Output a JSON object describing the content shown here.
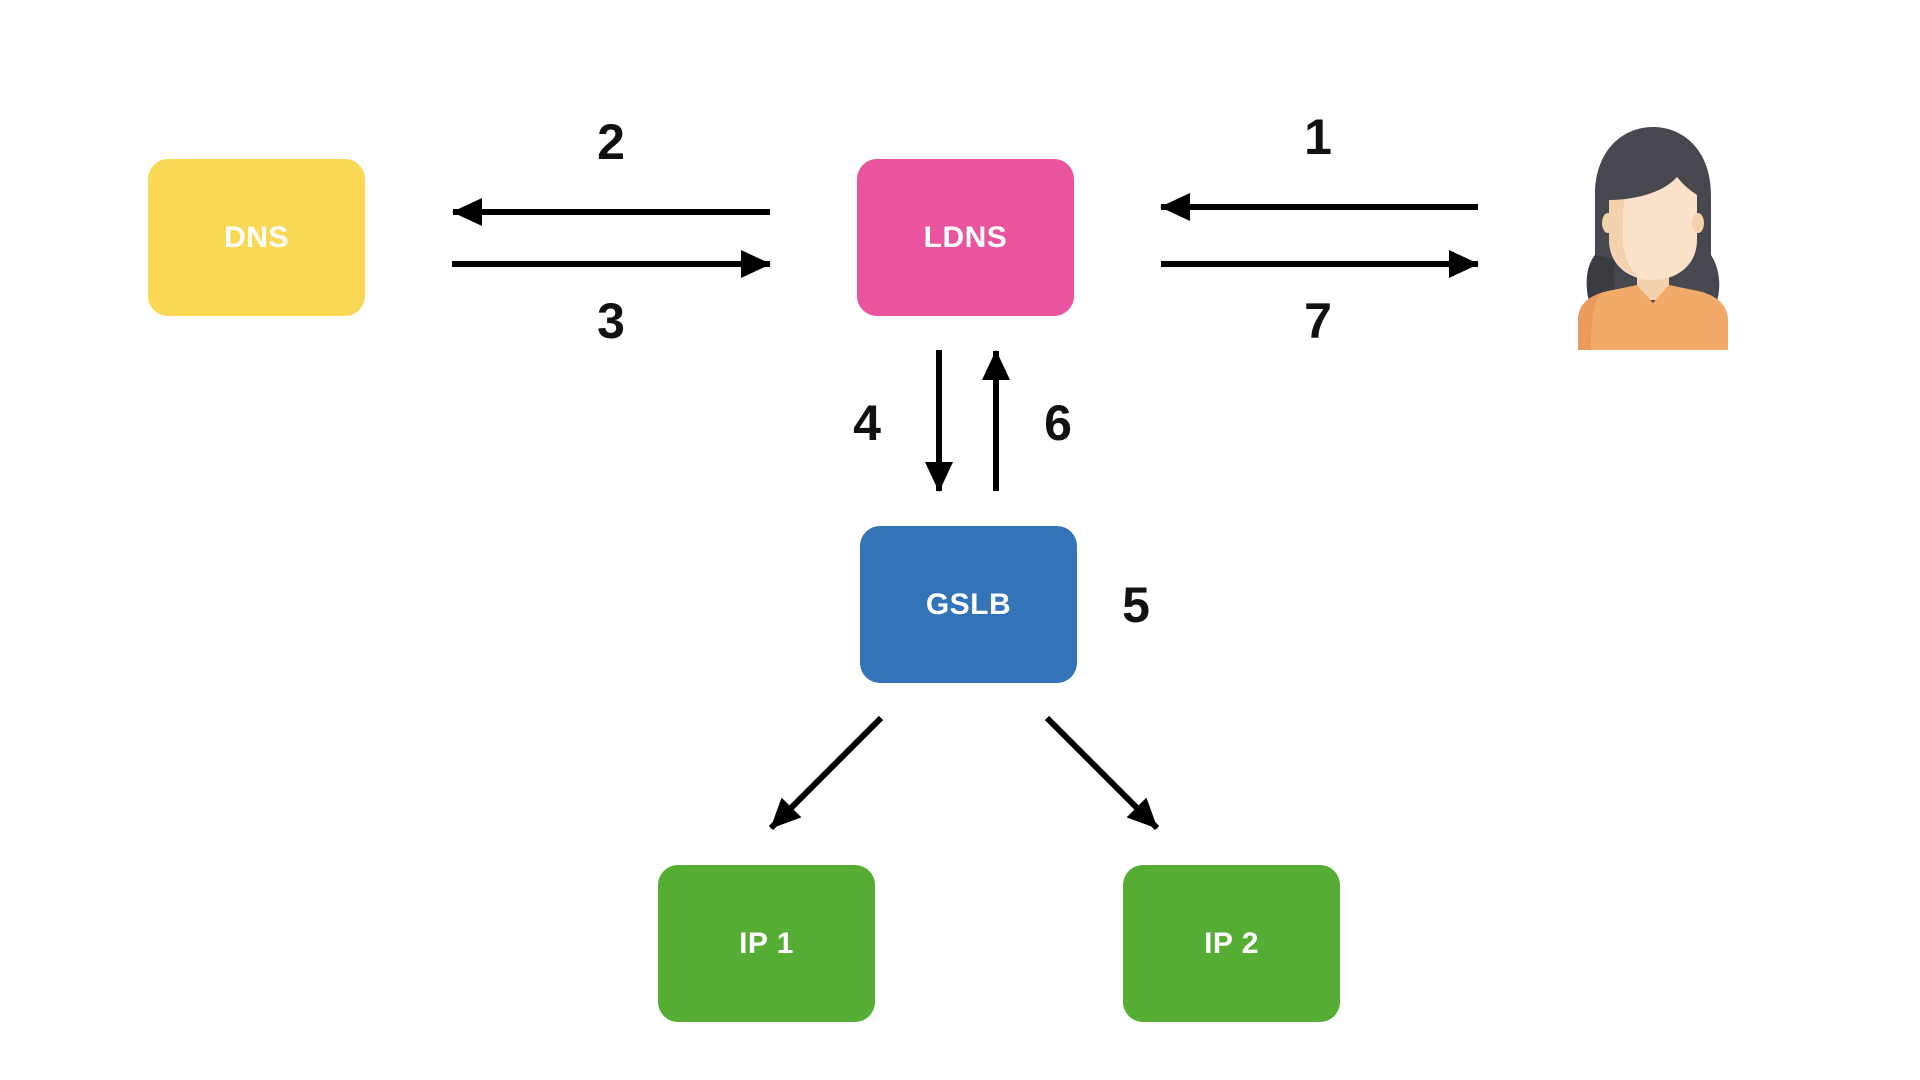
{
  "nodes": {
    "dns": {
      "label": "DNS",
      "color": "#F8D855"
    },
    "ldns": {
      "label": "LDNS",
      "color": "#EA539D"
    },
    "gslb": {
      "label": "GSLB",
      "color": "#3373B7"
    },
    "ip1": {
      "label": "IP 1",
      "color": "#55AD33"
    },
    "ip2": {
      "label": "IP 2",
      "color": "#55AD33"
    }
  },
  "steps": {
    "s1": "1",
    "s2": "2",
    "s3": "3",
    "s4": "4",
    "s5": "5",
    "s6": "6",
    "s7": "7"
  },
  "user": {
    "icon": "woman-user-icon"
  }
}
